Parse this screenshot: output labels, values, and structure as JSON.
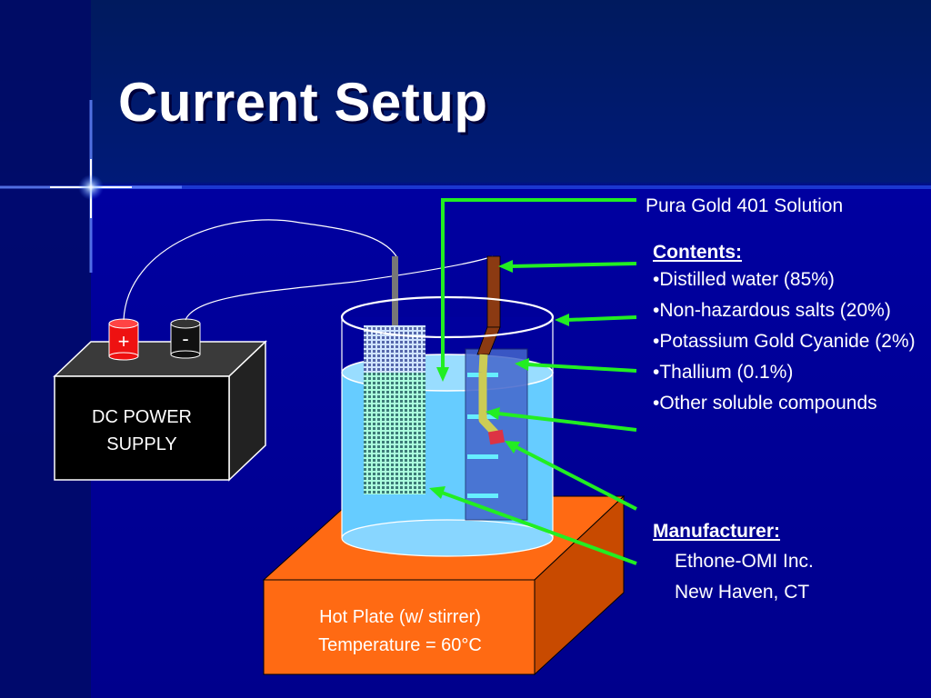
{
  "slide": {
    "title": "Current Setup"
  },
  "power_supply": {
    "label_line1": "DC POWER",
    "label_line2": "SUPPLY",
    "positive_terminal": "+",
    "negative_terminal": "-"
  },
  "hot_plate": {
    "label_line1": "Hot Plate (w/ stirrer)",
    "label_line2": "Temperature = 60°C"
  },
  "solution": {
    "label": "Pura Gold 401 Solution"
  },
  "contents": {
    "heading": "Contents:",
    "items": [
      {
        "bullet": "•",
        "text": "Distilled water (85%)"
      },
      {
        "bullet": "•",
        "text": "Non-hazardous salts (20%)"
      },
      {
        "bullet": "•",
        "text": "Potassium Gold Cyanide (2%)"
      },
      {
        "bullet": "•",
        "text": "Thallium (0.1%)"
      },
      {
        "bullet": "•",
        "text": "Other soluble compounds"
      }
    ]
  },
  "manufacturer": {
    "heading": "Manufacturer:",
    "name": "Ethone-OMI Inc.",
    "location": "New Haven, CT"
  },
  "colors": {
    "background": "#000099",
    "arrow": "#22ee22",
    "hot_plate": "#ff6a13",
    "liquid": "#66ccff",
    "positive_terminal": "#ee1111",
    "negative_terminal": "#111111"
  }
}
